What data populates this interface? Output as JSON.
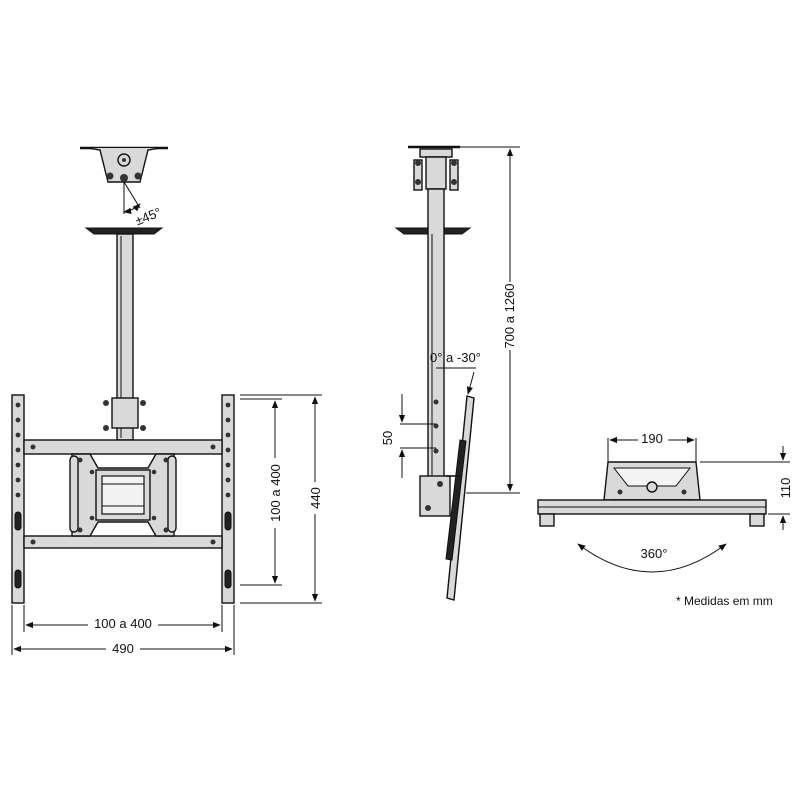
{
  "diagram": {
    "front_view": {
      "tilt_label": "±45°",
      "width_vesa_label": "100 a 400",
      "width_total_label": "490",
      "height_vesa_label": "100 a 400",
      "height_total_label": "440"
    },
    "side_view": {
      "tilt_range_label": "0° a -30°",
      "height_range_label": "700 a 1260",
      "step_label": "50"
    },
    "top_view": {
      "width_label": "190",
      "height_label": "110",
      "rotation_label": "360°"
    },
    "footnote": "* Medidas em mm"
  }
}
